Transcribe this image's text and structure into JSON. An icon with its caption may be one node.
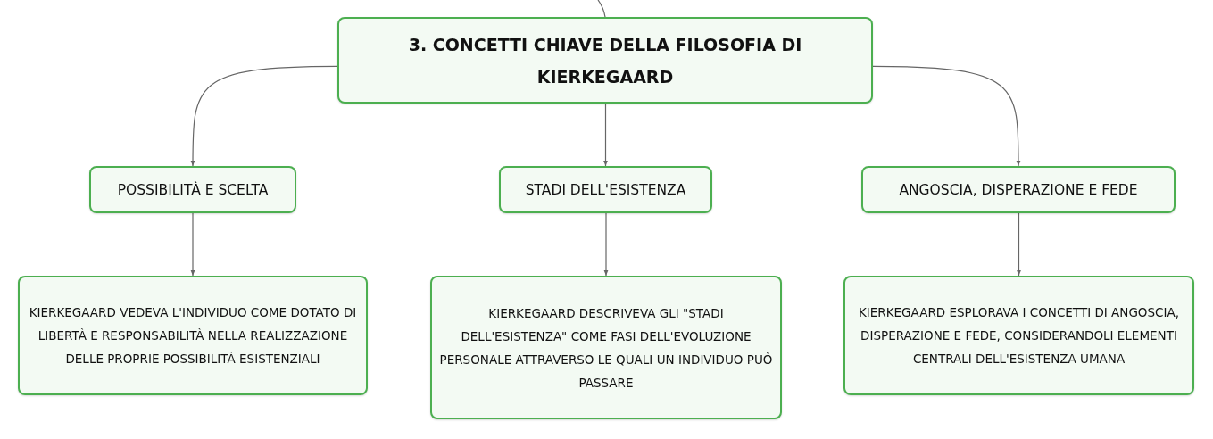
{
  "diagram": {
    "nodes": [
      {
        "text": [
          "3. CONCETTI CHIAVE DELLA FILOSOFIA DI KIERKEGAARD"
        ]
      },
      {
        "text": [
          "POSSIBILITÀ E SCELTA"
        ]
      },
      {
        "text": [
          "STADI DELL'ESISTENZA"
        ]
      },
      {
        "text": [
          "ANGOSCIA, DISPERAZIONE E FEDE"
        ]
      },
      {
        "text": [
          "KIERKEGAARD VEDEVA L'INDIVIDUO COME DOTATO DI LIBERTÀ E RESPONSABILITÀ NELLA REALIZZAZIONE DELLE PROPRIE POSSIBILITÀ ESISTENZIALI"
        ]
      },
      {
        "text": [
          "KIERKEGAARD DESCRIVEVA GLI \"STADI DELL'ESISTENZA\" COME FASI DELL'EVOLUZIONE PERSONALE ATTRAVERSO LE QUALI UN INDIVIDUO PUÒ PASSARE"
        ]
      },
      {
        "text": [
          "KIERKEGAARD ESPLORAVA I CONCETTI DI ANGOSCIA, DISPERAZIONE E FEDE, CONSIDERANDOLI ELEMENTI CENTRALI DELL'ESISTENZA UMANA"
        ]
      }
    ],
    "edges": [
      {
        "from": null,
        "to": 0,
        "arrow": "none"
      },
      {
        "from": 0,
        "to": 1,
        "arrow": "to"
      },
      {
        "from": 0,
        "to": 2,
        "arrow": "to"
      },
      {
        "from": 0,
        "to": 3,
        "arrow": "to"
      },
      {
        "from": 1,
        "to": 4,
        "arrow": "to"
      },
      {
        "from": 2,
        "to": 5,
        "arrow": "to"
      },
      {
        "from": 3,
        "to": 6,
        "arrow": "to"
      }
    ]
  }
}
